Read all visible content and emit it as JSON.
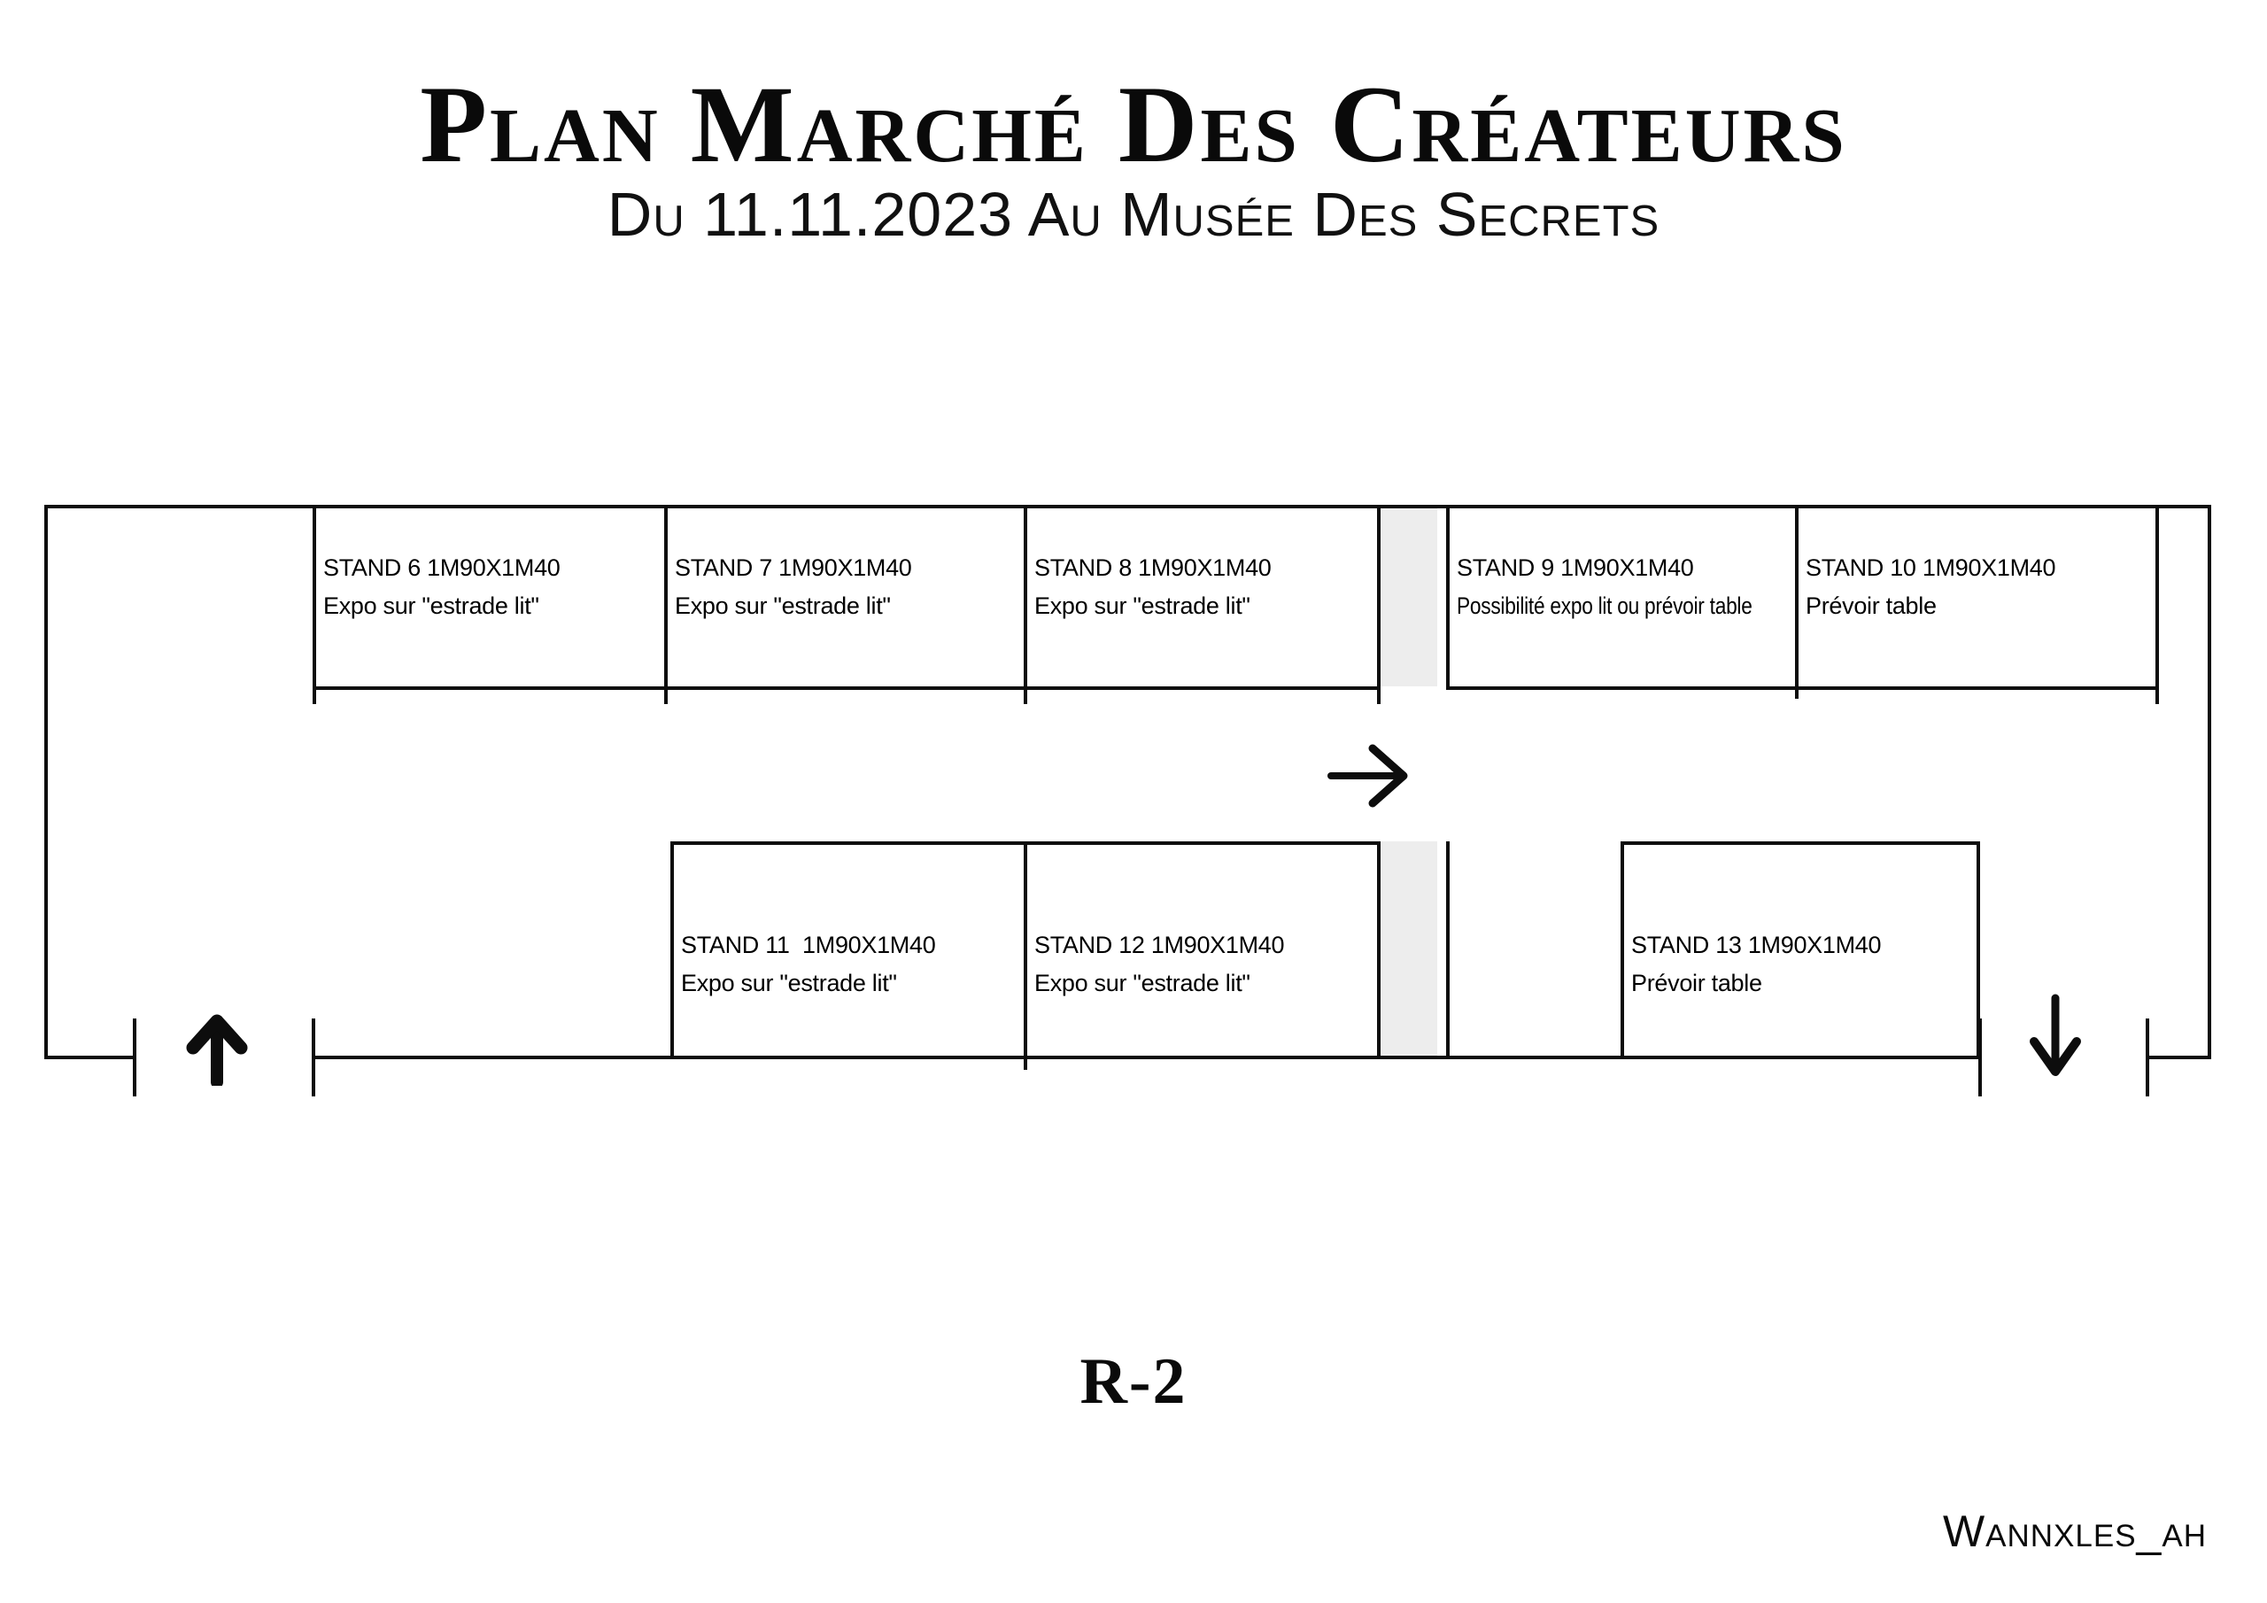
{
  "header": {
    "title": "Plan Marché Des Créateurs",
    "subtitle": "Du 11.11.2023 Au Musée Des Secrets"
  },
  "plan": {
    "stands": {
      "s6": {
        "title": "STAND 6 1M90X1M40",
        "note": "Expo sur \"estrade lit\""
      },
      "s7": {
        "title": "STAND 7 1M90X1M40",
        "note": "Expo sur \"estrade lit\""
      },
      "s8": {
        "title": "STAND 8 1M90X1M40",
        "note": "Expo sur \"estrade lit\""
      },
      "s9": {
        "title": "STAND 9 1M90X1M40",
        "note": "Possibilité expo lit ou prévoir table"
      },
      "s10": {
        "title": "STAND 10 1M90X1M40",
        "note": "Prévoir table"
      },
      "s11": {
        "title": "STAND 11  1M90X1M40",
        "note": "Expo sur \"estrade lit\""
      },
      "s12": {
        "title": "STAND 12 1M90X1M40",
        "note": "Expo sur \"estrade lit\""
      },
      "s13": {
        "title": "STAND 13 1M90X1M40",
        "note": "Prévoir table"
      }
    },
    "arrows": {
      "entry": "↑",
      "flow": "→",
      "exit": "↓"
    }
  },
  "footer": {
    "room_label": "R-2",
    "watermark": "Wannxles_ah"
  },
  "colors": {
    "background": "#ffffff",
    "line": "#0d0d0d",
    "corridor_gray": "#ededed"
  }
}
